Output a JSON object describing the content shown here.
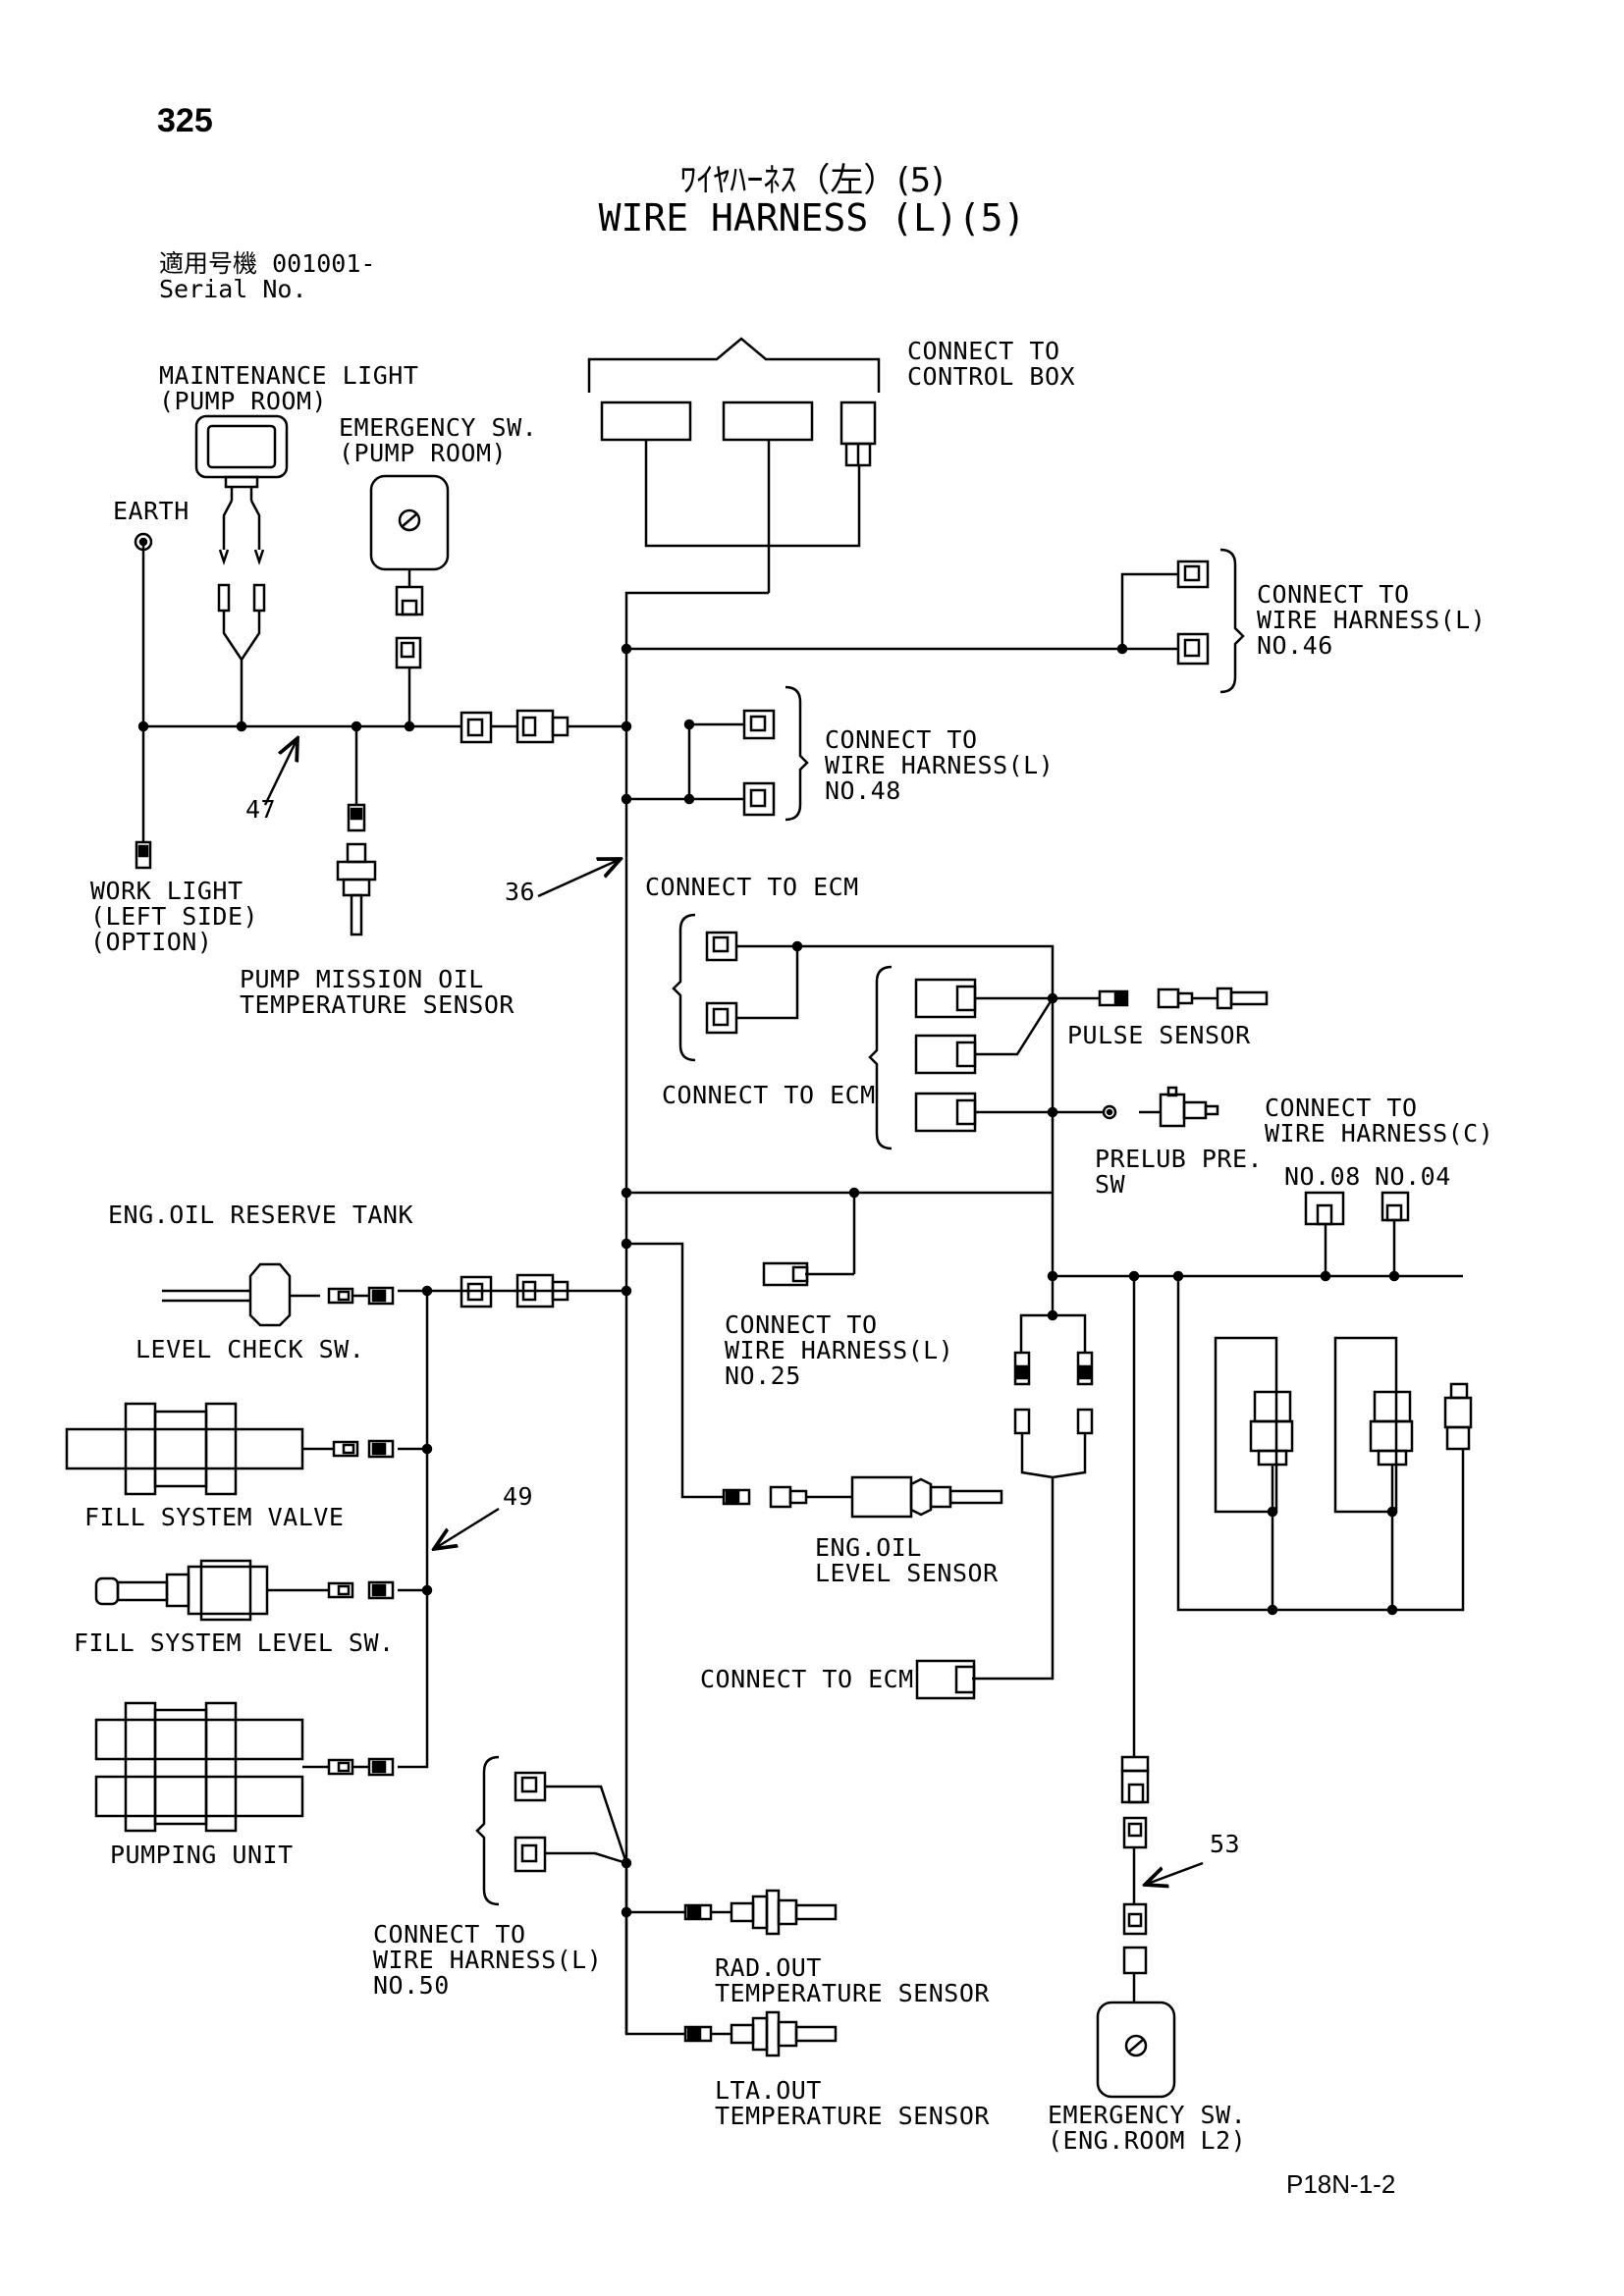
{
  "page_number": "325",
  "title_jp": "ﾜｲﾔﾊｰﾈｽ（左）(5)",
  "title_en": "WIRE HARNESS (L)(5)",
  "serial": {
    "label_jp": "適用号機",
    "value": "001001-",
    "label_en": "Serial No."
  },
  "labels": {
    "maintenance_light": "MAINTENANCE LIGHT\n(PUMP ROOM)",
    "emergency_sw_pump": "EMERGENCY SW.\n(PUMP ROOM)",
    "earth": "EARTH",
    "connect_control_box": "CONNECT TO\nCONTROL BOX",
    "connect_wh_46": "CONNECT TO\nWIRE HARNESS(L)\nNO.46",
    "connect_wh_48": "CONNECT TO\nWIRE HARNESS(L)\nNO.48",
    "ref_47": "47",
    "ref_36": "36",
    "ref_49": "49",
    "ref_53": "53",
    "work_light": "WORK LIGHT\n(LEFT SIDE)\n(OPTION)",
    "pump_mission": "PUMP MISSION OIL\nTEMPERATURE SENSOR",
    "connect_ecm_1": "CONNECT TO ECM",
    "connect_ecm_2": "CONNECT TO ECM",
    "connect_ecm_3": "CONNECT TO ECM",
    "pulse_sensor": "PULSE SENSOR",
    "prelub": "PRELUB PRE.\nSW",
    "connect_wh_c": "CONNECT TO\nWIRE HARNESS(C)",
    "no_08": "NO.08",
    "no_04": "NO.04",
    "eng_oil_reserve": "ENG.OIL RESERVE TANK",
    "level_check": "LEVEL CHECK SW.",
    "connect_wh_25": "CONNECT TO\nWIRE HARNESS(L)\nNO.25",
    "fill_system_valve": "FILL SYSTEM VALVE",
    "eng_oil_level": "ENG.OIL\nLEVEL SENSOR",
    "fill_system_level": "FILL SYSTEM LEVEL SW.",
    "pumping_unit": "PUMPING UNIT",
    "connect_wh_50": "CONNECT TO\nWIRE HARNESS(L)\nNO.50",
    "rad_out": "RAD.OUT\nTEMPERATURE SENSOR",
    "lta_out": "LTA.OUT\nTEMPERATURE SENSOR",
    "emergency_sw_eng": "EMERGENCY SW.\n(ENG.ROOM L2)"
  },
  "drawing_code": "P18N-1-2"
}
